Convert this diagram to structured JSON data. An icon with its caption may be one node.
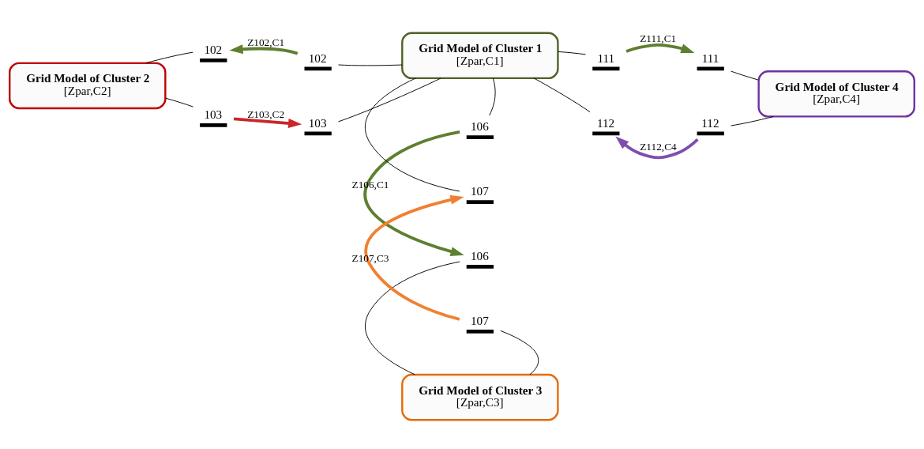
{
  "diagram": {
    "nodes": [
      {
        "text": [
          "Grid Model of Cluster 1",
          "[Zpar,C1]"
        ]
      },
      {
        "text": [],
        "shape": "bar",
        "beside": [
          "102"
        ]
      },
      {
        "text": [],
        "shape": "bar",
        "beside": [
          "103"
        ]
      },
      {
        "text": [],
        "shape": "bar",
        "beside": [
          "111"
        ]
      },
      {
        "text": [],
        "shape": "bar",
        "beside": [
          "112"
        ]
      },
      {
        "text": [
          "Grid Model of Cluster 2",
          "[Zpar,C2]"
        ]
      },
      {
        "text": [],
        "shape": "bar",
        "beside": [
          "102"
        ]
      },
      {
        "text": [],
        "shape": "bar",
        "beside": [
          "103"
        ]
      },
      {
        "text": [
          "Grid Model of Cluster 4",
          "[Zpar,C4]"
        ]
      },
      {
        "text": [],
        "shape": "bar",
        "beside": [
          "111"
        ]
      },
      {
        "text": [],
        "shape": "bar",
        "beside": [
          "112"
        ]
      },
      {
        "text": [],
        "shape": "bar",
        "beside": [
          "106"
        ]
      },
      {
        "text": [],
        "shape": "bar",
        "beside": [
          "107"
        ]
      },
      {
        "text": [
          "Grid Model of Cluster 3",
          "[Zpar,C3]"
        ]
      },
      {
        "text": [],
        "shape": "bar",
        "beside": [
          "106"
        ]
      },
      {
        "text": [],
        "shape": "bar",
        "beside": [
          "107"
        ]
      }
    ],
    "edges": [
      {
        "from": 1,
        "to": 0,
        "arrow": "none"
      },
      {
        "from": 2,
        "to": 0,
        "arrow": "none"
      },
      {
        "from": 3,
        "to": 0,
        "arrow": "none"
      },
      {
        "from": 4,
        "to": 0,
        "arrow": "none"
      },
      {
        "from": 11,
        "to": 0,
        "arrow": "none"
      },
      {
        "from": 12,
        "to": 0,
        "arrow": "none"
      },
      {
        "from": 6,
        "to": 5,
        "arrow": "none"
      },
      {
        "from": 7,
        "to": 5,
        "arrow": "none"
      },
      {
        "from": 9,
        "to": 8,
        "arrow": "none"
      },
      {
        "from": 10,
        "to": 8,
        "arrow": "none"
      },
      {
        "from": 14,
        "to": 13,
        "arrow": "none"
      },
      {
        "from": 15,
        "to": 13,
        "arrow": "none"
      },
      {
        "from": 1,
        "to": 6,
        "arrow": "to",
        "label": "Z102,C1",
        "style": "thick",
        "color": "#5f7f30"
      },
      {
        "from": 7,
        "to": 2,
        "arrow": "to",
        "label": "Z103,C2",
        "style": "thick",
        "color": "#c8282a"
      },
      {
        "from": 3,
        "to": 9,
        "arrow": "to",
        "label": "Z111,C1",
        "style": "thick",
        "color": "#5f7f30"
      },
      {
        "from": 10,
        "to": 4,
        "arrow": "to",
        "label": "Z112,C4",
        "style": "thick",
        "color": "#7e4fae"
      },
      {
        "from": 11,
        "to": 14,
        "arrow": "to",
        "label": "Z106,C1",
        "style": "thick",
        "color": "#5f7f30"
      },
      {
        "from": 15,
        "to": 12,
        "arrow": "to",
        "label": "Z107,C3",
        "style": "thick",
        "color": "#f08030"
      }
    ]
  }
}
